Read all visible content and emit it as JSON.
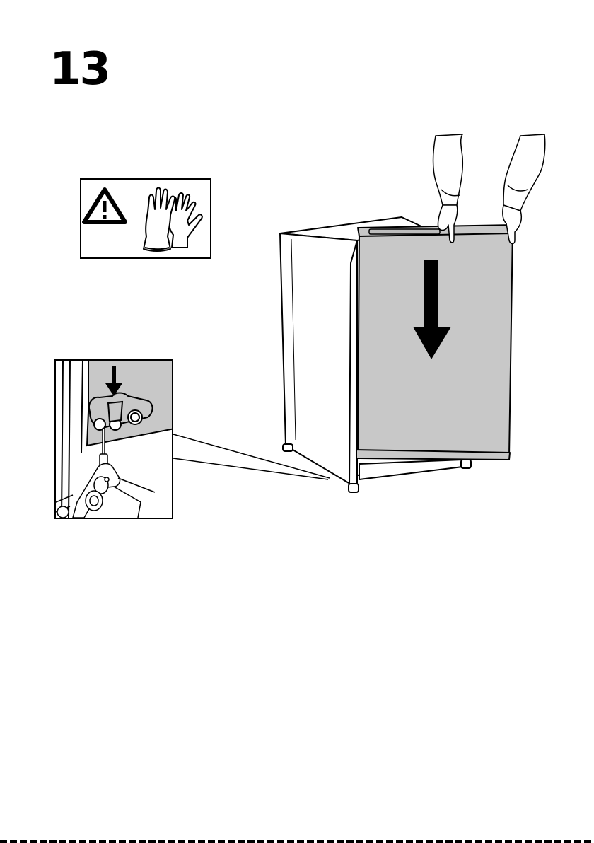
{
  "page": {
    "step_number": "13"
  },
  "warning": {
    "icon": "warning-triangle-icon",
    "accessory_icon": "protective-gloves-icon"
  },
  "illustration": {
    "subject": "refrigerator-door-removal",
    "fill_color": "#c8c8c8",
    "arrow_direction": "down"
  },
  "detail": {
    "subject": "door-hinge-screwdriver",
    "arrow_direction": "down"
  }
}
